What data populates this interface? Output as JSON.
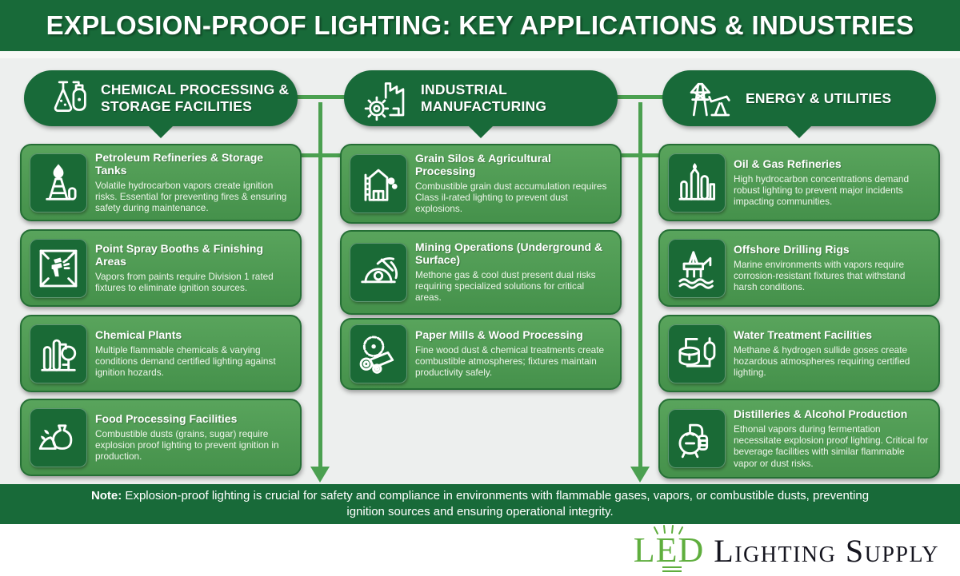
{
  "title": "EXPLOSION-PROOF LIGHTING: KEY APPLICATIONS & INDUSTRIES",
  "colors": {
    "dark_green": "#186a39",
    "card_green": "#4f9b52",
    "icon_box_green": "#1a6a36",
    "connector_green": "#4ba050",
    "content_background": "#edefee",
    "logo_green": "#5fae3e",
    "logo_text_color": "#15151f"
  },
  "columns": [
    {
      "header": {
        "label": "CHEMICAL PROCESSING & STORAGE FACILITIES",
        "icon": "flask-and-tank-icon"
      },
      "cards": [
        {
          "icon": "oil-derrick-flame-icon",
          "title": "Petroleum Refineries & Storage Tanks",
          "body": "Volatile hydrocarbon vapors create ignition risks. Essential for preventing fires & ensuring safety during maintenance."
        },
        {
          "icon": "spray-gun-booth-icon",
          "title": "Point Spray Booths & Finishing Areas",
          "body": "Vapors from paints require Division 1 rated fixtures to eliminate ignition sources."
        },
        {
          "icon": "chemical-plant-icon",
          "title": "Chemical Plants",
          "body": "Multiple flammable chemicals & varying conditions demand certified lighting against ignition hozards."
        },
        {
          "icon": "grain-sack-icon",
          "title": "Food Processing Facilities",
          "body": "Combustible dusts (grains, sugar) require explosion proof lighting to prevent ignition in production."
        }
      ]
    },
    {
      "header": {
        "label": "INDUSTRIAL MANUFACTURING",
        "icon": "factory-gear-icon"
      },
      "cards": [
        {
          "icon": "grain-silo-icon",
          "title": "Grain Silos & Agricultural Processing",
          "body": "Combustible grain dust accumulation requires Class il-rated lighting to prevent dust explosions."
        },
        {
          "icon": "mining-helmet-icon",
          "title": "Mining Operations (Underground & Surface)",
          "body": "Methone gas & cool dust present dual risks requiring specialized solutions for critical areas."
        },
        {
          "icon": "saw-logs-icon",
          "title": "Paper Mills & Wood Processing",
          "body": "Fine wood dust & chemical treatments create combustible atmospheres; fixtures maintain productivity safely."
        }
      ]
    },
    {
      "header": {
        "label": "ENERGY & UTILITIES",
        "icon": "pylon-pumpjack-icon"
      },
      "cards": [
        {
          "icon": "refinery-icon",
          "title": "Oil & Gas Refineries",
          "body": "High hydrocarbon concentrations demand robust lighting to prevent major incidents impacting communities."
        },
        {
          "icon": "offshore-rig-icon",
          "title": "Offshore Drilling Rigs",
          "body": "Marine environments with vapors require corrosion-resistant fixtures that withstand harsh conditions."
        },
        {
          "icon": "water-treatment-icon",
          "title": "Water Treatment Facilities",
          "body": "Methane & hydrogen sullide goses create hozardous atmospheres requiring certified lighting."
        },
        {
          "icon": "distillery-icon",
          "title": "Distilleries & Alcohol Production",
          "body": "Ethonal vapors during fermentation necessitate explosion proof lighting. Critical for beverage facilities with similar flammable vapor or dust risks."
        }
      ]
    }
  ],
  "note": {
    "label": "Note:",
    "text": " Explosion-proof lighting is crucial for safety and compliance in environments with flammable gases, vapors, or combustible dusts, preventing ignition sources and ensuring operational integrity."
  },
  "logo": {
    "led": "LED",
    "text": "Lighting Supply"
  }
}
